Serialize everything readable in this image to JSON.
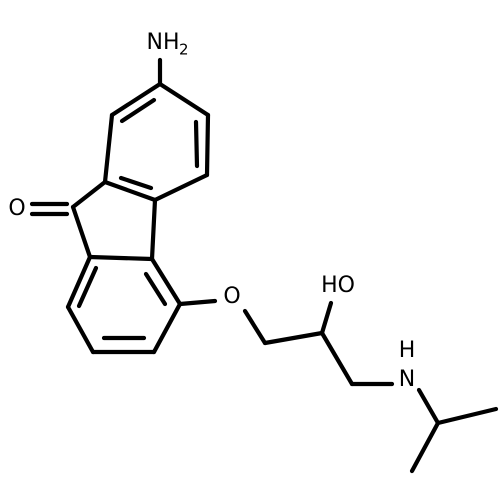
{
  "structure": {
    "atoms": {
      "amine_nh2": {
        "symbol": "NH",
        "count": "2"
      },
      "ketone_o": {
        "symbol": "O"
      },
      "ether_o": {
        "symbol": "O"
      },
      "hydroxyl_oh": {
        "symbol": "HO"
      },
      "amine_nh": {
        "symbol": "H\nN"
      }
    }
  }
}
